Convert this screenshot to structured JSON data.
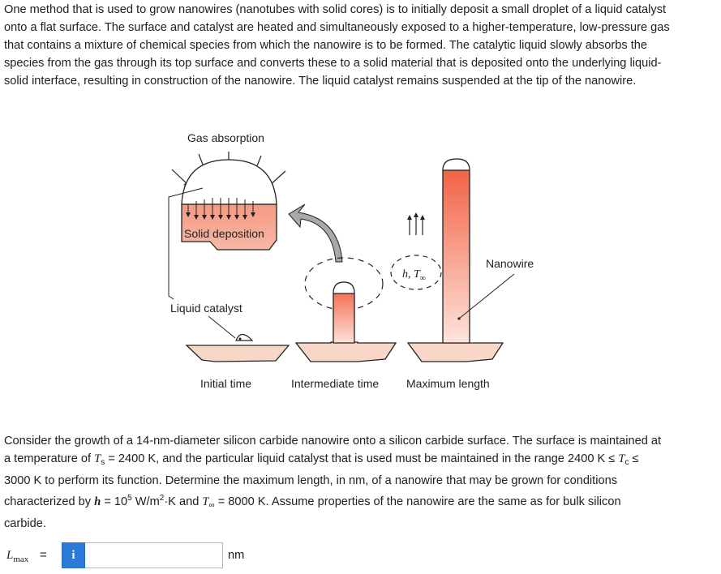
{
  "intro": {
    "lines": [
      "One method that is used to grow nanowires (nanotubes with solid cores) is to initially deposit a small droplet of a liquid catalyst",
      "onto a flat surface. The surface and catalyst are heated and simultaneously exposed to a higher-temperature, low-pressure gas",
      "that contains a mixture of chemical species from which the nanowire is to be formed. The catalytic liquid slowly absorbs the",
      "species from the gas through its top surface and converts these to a solid material that is deposited onto the underlying liquid-",
      "solid interface, resulting in construction of the nanowire. The liquid catalyst remains suspended at the tip of the nanowire."
    ]
  },
  "figure": {
    "gas_absorption": "Gas absorption",
    "solid_deposition": "Solid deposition",
    "liquid_catalyst": "Liquid catalyst",
    "nanowire": "Nanowire",
    "h_label": "h, T",
    "h_sub": "∞",
    "initial_time": "Initial time",
    "intermediate_time": "Intermediate time",
    "maximum_length": "Maximum length",
    "colors": {
      "catalyst_fill": "#f4a089",
      "wire_top": "#f25a3c",
      "wire_bottom": "#fde1d8",
      "pedestal": "#f8d7c8"
    }
  },
  "question": {
    "l1": "Consider the growth of a 14-nm-diameter silicon carbide nanowire onto a silicon carbide surface. The surface is maintained at",
    "l2a": "a temperature of ",
    "Ts": "T",
    "Ts_sub": "s",
    "l2b": " = 2400 K, and the particular liquid catalyst that is used must be maintained in the range 2400 K ≤ ",
    "Tc": "T",
    "Tc_sub": "c",
    "l2c": " ≤",
    "l3": "3000 K to perform its function. Determine the maximum length, in nm, of a nanowire that may be grown for conditions",
    "l4a": "characterized by ",
    "h": "h",
    "l4b": " = 10",
    "h_exp": "5",
    "l4c": " W/m",
    "m_exp": "2",
    "l4d": "·K and ",
    "Tinf": "T",
    "Tinf_sub": "∞",
    "l4e": " = 8000 K. Assume properties of the nanowire are the same as for bulk silicon",
    "l5": "carbide."
  },
  "answer": {
    "label": "L",
    "label_sub": "max",
    "equals": "=",
    "info_icon": "i",
    "value": "",
    "unit": "nm"
  }
}
